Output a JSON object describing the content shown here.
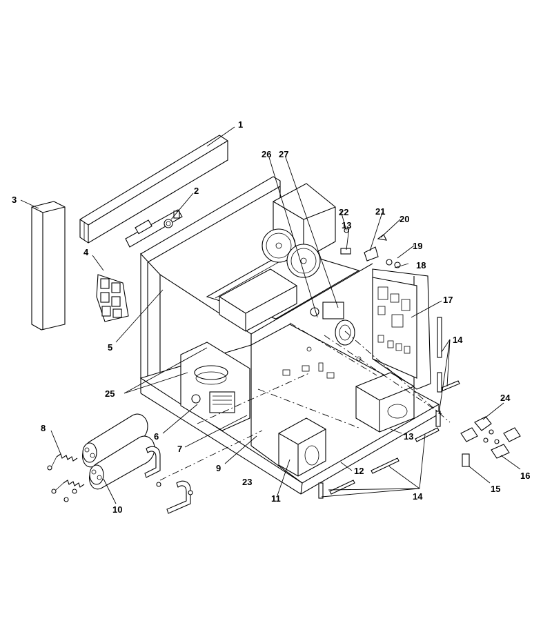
{
  "diagram": {
    "callouts": [
      {
        "id": "c1",
        "label": "1"
      },
      {
        "id": "c2",
        "label": "2"
      },
      {
        "id": "c3",
        "label": "3"
      },
      {
        "id": "c4",
        "label": "4"
      },
      {
        "id": "c5",
        "label": "5"
      },
      {
        "id": "c6",
        "label": "6"
      },
      {
        "id": "c7",
        "label": "7"
      },
      {
        "id": "c8",
        "label": "8"
      },
      {
        "id": "c9",
        "label": "9"
      },
      {
        "id": "c10",
        "label": "10"
      },
      {
        "id": "c11",
        "label": "11"
      },
      {
        "id": "c12",
        "label": "12"
      },
      {
        "id": "c13a",
        "label": "13"
      },
      {
        "id": "c13b",
        "label": "13"
      },
      {
        "id": "c14a",
        "label": "14"
      },
      {
        "id": "c14b",
        "label": "14"
      },
      {
        "id": "c15",
        "label": "15"
      },
      {
        "id": "c16",
        "label": "16"
      },
      {
        "id": "c17",
        "label": "17"
      },
      {
        "id": "c18",
        "label": "18"
      },
      {
        "id": "c19",
        "label": "19"
      },
      {
        "id": "c20",
        "label": "20"
      },
      {
        "id": "c21",
        "label": "21"
      },
      {
        "id": "c22",
        "label": "22"
      },
      {
        "id": "c23",
        "label": "23"
      },
      {
        "id": "c24",
        "label": "24"
      },
      {
        "id": "c25",
        "label": "25"
      },
      {
        "id": "c26",
        "label": "26"
      },
      {
        "id": "c27",
        "label": "27"
      }
    ]
  }
}
